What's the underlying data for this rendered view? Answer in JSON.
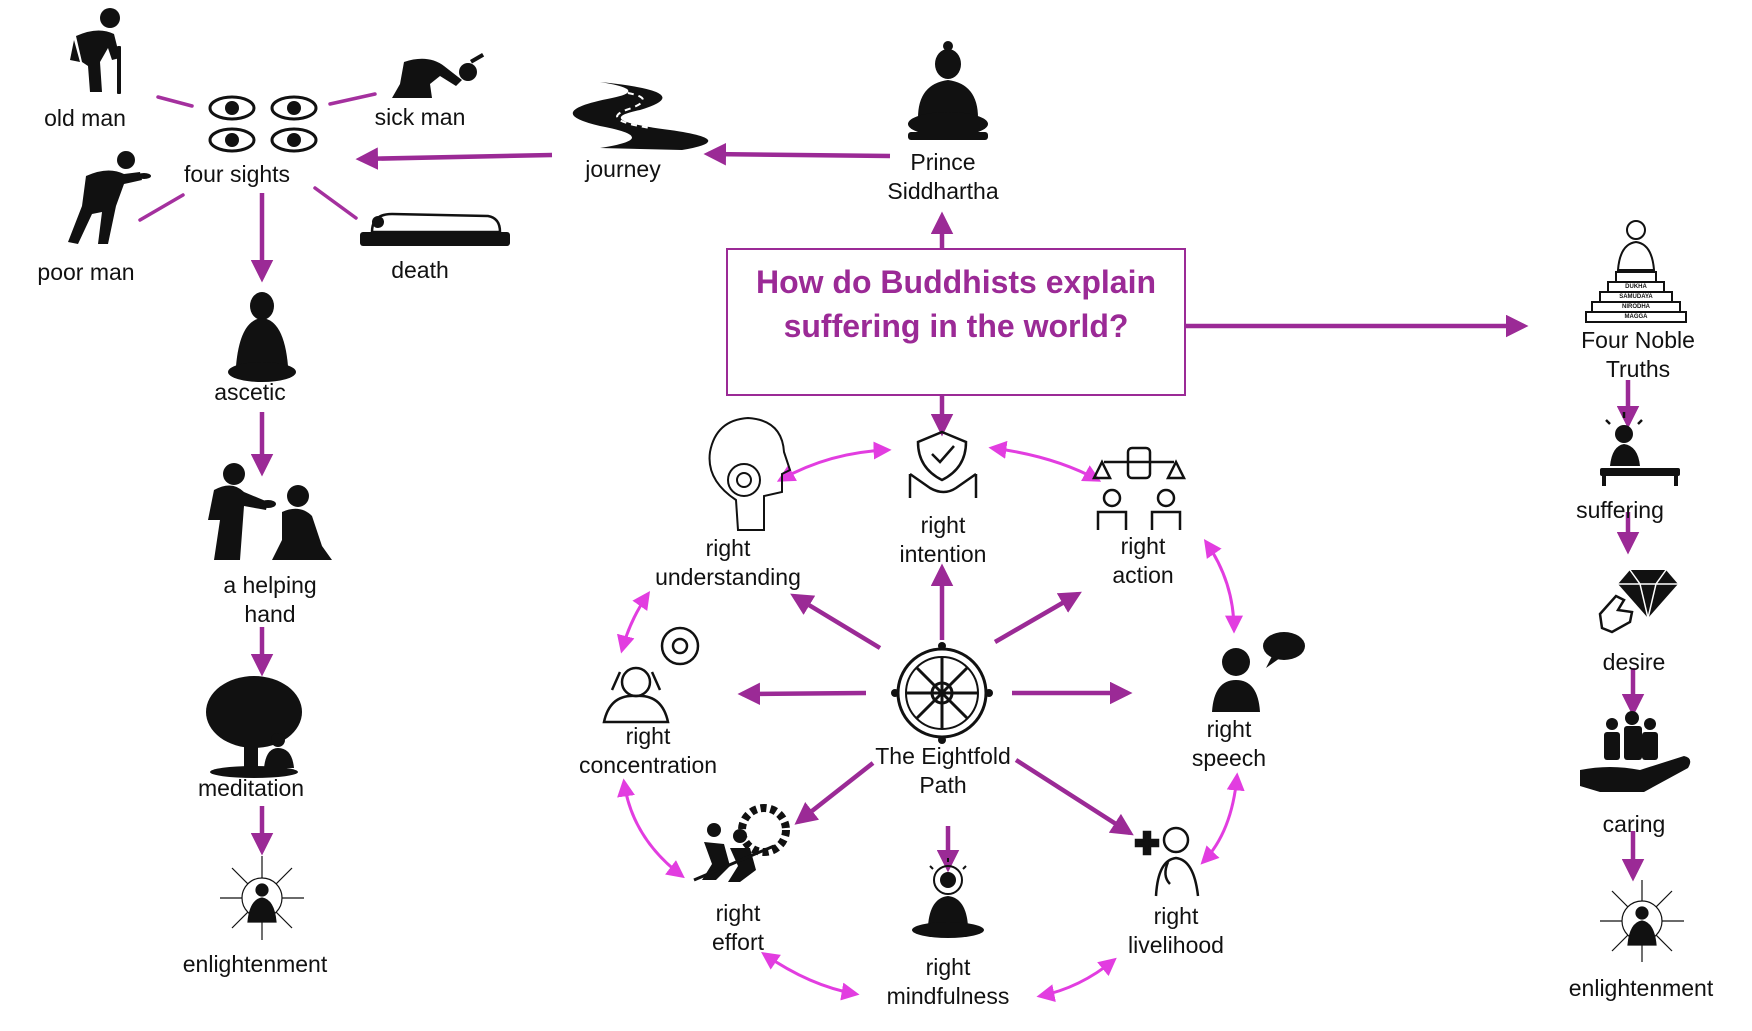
{
  "colors": {
    "main_arrow": "#9b2a96",
    "path_arrow": "#e23de0",
    "link_line": "#a4309e",
    "title": "#9b2a96"
  },
  "title": {
    "line1": "How do Buddhists explain",
    "line2": "suffering in the world?"
  },
  "center": {
    "prince": [
      "Prince",
      "Siddhartha"
    ],
    "eightfold": [
      "The Eightfold",
      "Path"
    ]
  },
  "left_branch": {
    "journey": "journey",
    "four_sights": "four sights",
    "old_man": "old man",
    "sick_man": "sick man",
    "poor_man": "poor man",
    "death": "death",
    "ascetic": "ascetic",
    "helping_hand": [
      "a helping",
      "hand"
    ],
    "meditation": "meditation",
    "enlightenment": "enlightenment"
  },
  "eightfold": {
    "understanding": [
      "right",
      "understanding"
    ],
    "intention": [
      "right",
      "intention"
    ],
    "action": [
      "right",
      "action"
    ],
    "speech": [
      "right",
      "speech"
    ],
    "livelihood": [
      "right",
      "livelihood"
    ],
    "mindfulness": [
      "right",
      "mindfulness"
    ],
    "effort": [
      "right",
      "effort"
    ],
    "concentration": [
      "right",
      "concentration"
    ]
  },
  "right_branch": {
    "four_noble_truths": [
      "Four Noble",
      "Truths"
    ],
    "steps": [
      "DUKHA",
      "SAMUDAYA",
      "NIRODHA",
      "MAGGA"
    ],
    "suffering": "suffering",
    "desire": "desire",
    "caring": "caring",
    "enlightenment": "enlightenment"
  },
  "icons": [
    "old-man-icon",
    "eyes-icon",
    "sick-man-icon",
    "poor-man-icon",
    "death-icon",
    "road-icon",
    "buddha-icon",
    "ascetic-icon",
    "helping-hand-icon",
    "tree-meditation-icon",
    "enlightenment-icon",
    "dharma-wheel-icon",
    "mind-gear-icon",
    "handshake-shield-icon",
    "justice-icon",
    "speech-icon",
    "doctor-icon",
    "meditating-icon",
    "teamwork-gear-icon",
    "concentration-icon",
    "truths-statue-icon",
    "suffering-icon",
    "diamond-hand-icon",
    "caring-hand-icon"
  ]
}
